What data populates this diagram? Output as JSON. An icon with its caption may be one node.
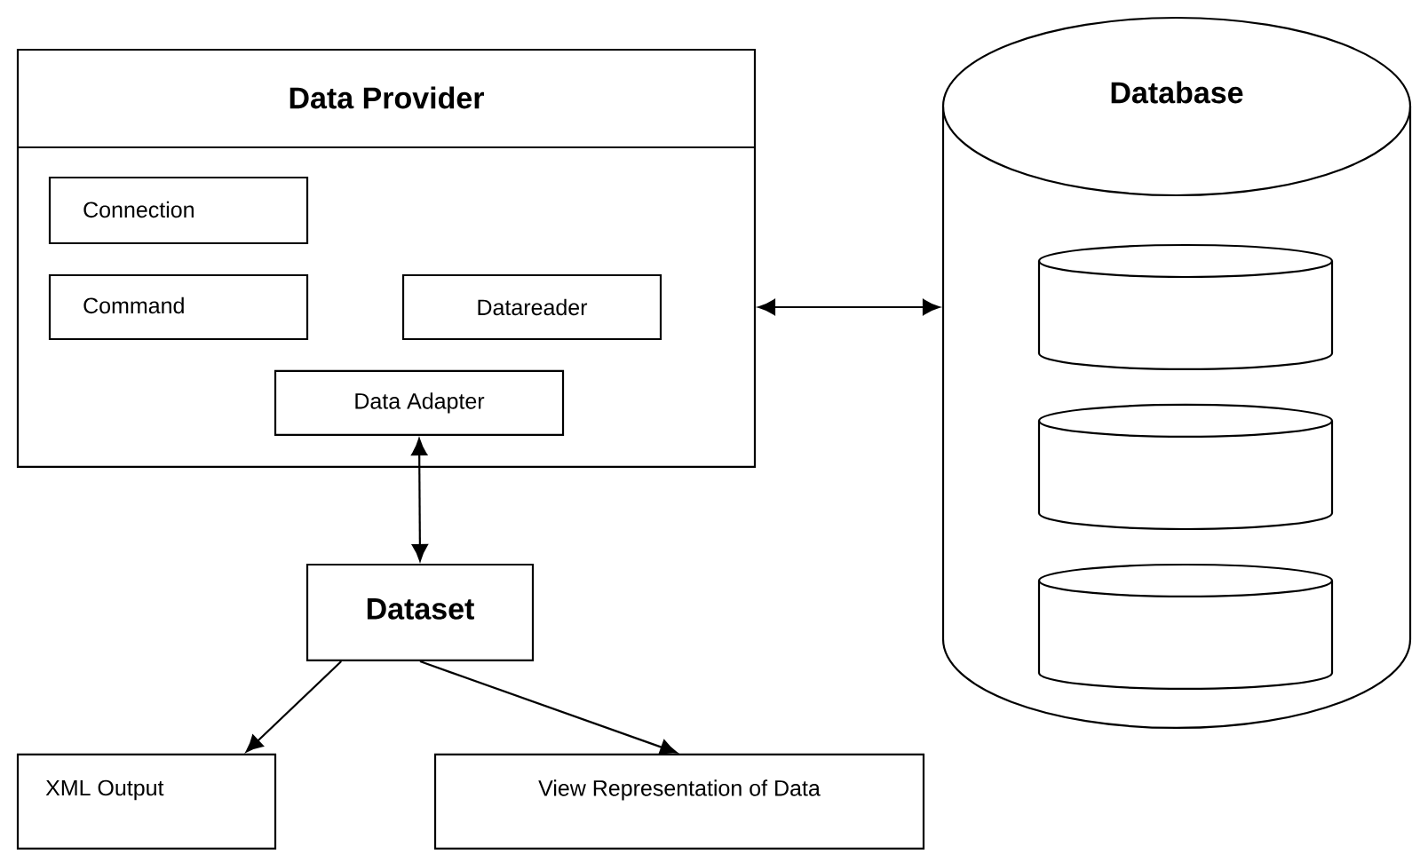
{
  "diagram": {
    "nodes": [
      {
        "text": [
          "Data Provider"
        ]
      },
      {
        "text": [
          "Connection"
        ],
        "in": 0
      },
      {
        "text": [
          "Command"
        ],
        "in": 0
      },
      {
        "text": [
          "Datareader"
        ],
        "in": 0
      },
      {
        "text": [
          "Data Adapter"
        ],
        "in": 0
      },
      {
        "text": [
          "Dataset"
        ]
      },
      {
        "text": [
          "XML Output"
        ]
      },
      {
        "text": [
          "View Representation of Data"
        ]
      },
      {
        "text": [
          "Database"
        ]
      },
      {
        "text": [],
        "shape": "cylinder",
        "in": 8
      },
      {
        "text": [],
        "shape": "cylinder",
        "in": 8
      },
      {
        "text": [],
        "shape": "cylinder",
        "in": 8
      }
    ],
    "edges": [
      {
        "from": 4,
        "to": 5,
        "arrow": "both"
      },
      {
        "from": 0,
        "to": 8,
        "arrow": "both"
      },
      {
        "from": 5,
        "to": 6,
        "arrow": "to"
      },
      {
        "from": 5,
        "to": 7,
        "arrow": "to"
      }
    ]
  }
}
